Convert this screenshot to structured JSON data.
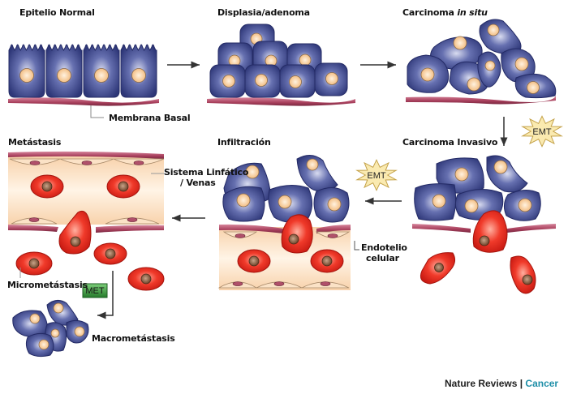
{
  "figure": {
    "title": "Progresión del cáncer: del epitelio normal a la metástasis",
    "colors": {
      "epithelial_cell": "#3f4a8f",
      "epithelial_nucleus": "#f5c48c",
      "mesenchymal_cell": "#e12a1e",
      "mesenchymal_nucleus": "#8b5a3c",
      "basement_membrane": "#b0506a",
      "vessel_lumen": "#fde3c4",
      "emt_badge": "#faeab0",
      "met_badge": "#2e8b3a",
      "credit_accent": "#1f8fa8"
    }
  },
  "stages": {
    "normal": {
      "label": "Epitelio Normal"
    },
    "dysplasia": {
      "label": "Displasia/adenoma"
    },
    "in_situ": {
      "label_prefix": "Carcinoma ",
      "label_italic": "in situ"
    },
    "invasive": {
      "label": "Carcinoma Invasivo"
    },
    "infiltration": {
      "label": "Infiltración"
    },
    "metastasis": {
      "label": "Metástasis"
    }
  },
  "annotations": {
    "basement_membrane": "Membrana Basal",
    "lymphatic_line1": "Sistema Linfático",
    "lymphatic_line2": "/ Venas",
    "endothelium_line1": "Endotelio",
    "endothelium_line2": "celular",
    "micrometastasis": "Micrometástasis",
    "macrometastasis": "Macrometástasis"
  },
  "badges": {
    "emt_1": "EMT",
    "emt_2": "EMT",
    "met": "MET"
  },
  "credit": {
    "journal": "Nature Reviews",
    "separator": " | ",
    "section": "Cancer"
  }
}
